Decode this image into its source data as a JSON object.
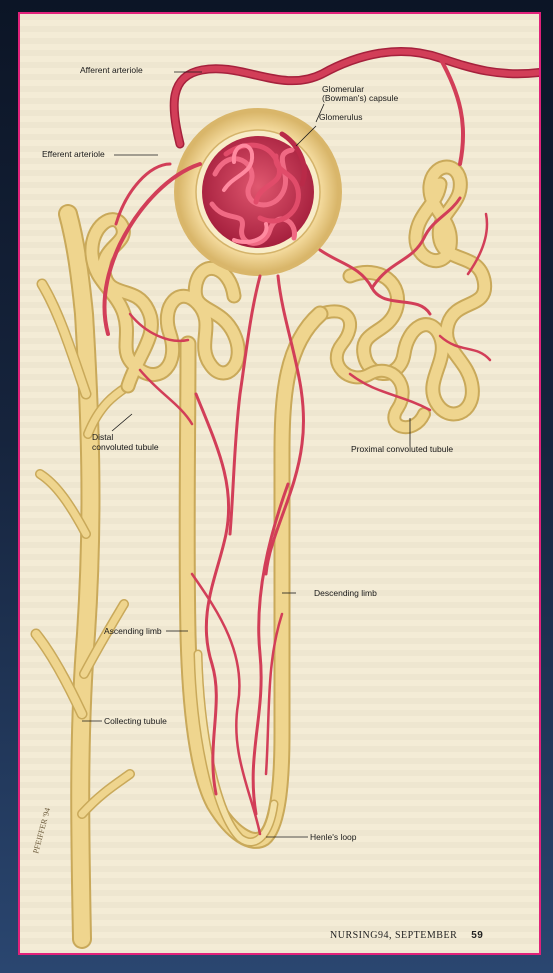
{
  "labels": {
    "afferent": "Afferent arteriole",
    "efferent": "Efferent arteriole",
    "capsule_line1": "Glomerular",
    "capsule_line2": "(Bowman's) capsule",
    "glomerulus": "Glomerulus",
    "distal_line1": "Distal",
    "distal_line2": "convoluted tubule",
    "proximal": "Proximal convoluted tubule",
    "descending": "Descending limb",
    "ascending": "Ascending limb",
    "collecting": "Collecting tubule",
    "henle": "Henle's loop"
  },
  "footer": {
    "journal": "NURSING94, SEPTEMBER",
    "page": "59"
  },
  "signature": "PFEIFFER '94",
  "colors": {
    "tubule": "#efd58e",
    "tubule_edge": "#c9a95a",
    "vessel": "#d23e58",
    "glomerulus": "#c42a4c",
    "border": "#e0217a"
  }
}
